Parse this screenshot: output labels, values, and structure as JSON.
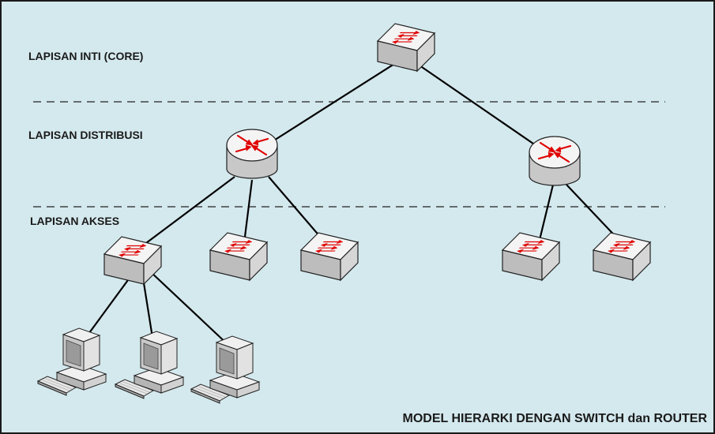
{
  "layers": {
    "core": "LAPISAN INTI (CORE)",
    "distribution": "LAPISAN DISTRIBUSI",
    "access": "LAPISAN AKSES"
  },
  "caption": "MODEL HIERARKI DENGAN SWITCH dan ROUTER",
  "colors": {
    "background": "#d4e9ee",
    "device_top": "#f2f2f2",
    "device_side": "#c8c8c8",
    "arrow": "#e00000",
    "line": "#000000"
  },
  "diagram": {
    "core": [
      {
        "id": "core-switch",
        "kind": "switch"
      }
    ],
    "distribution": [
      {
        "id": "router-left",
        "kind": "router",
        "parent": "core-switch"
      },
      {
        "id": "router-right",
        "kind": "router",
        "parent": "core-switch"
      }
    ],
    "access": [
      {
        "id": "access-switch-1",
        "kind": "switch",
        "parent": "router-left"
      },
      {
        "id": "access-switch-2",
        "kind": "switch",
        "parent": "router-left"
      },
      {
        "id": "access-switch-3",
        "kind": "switch",
        "parent": "router-left"
      },
      {
        "id": "access-switch-4",
        "kind": "switch",
        "parent": "router-right"
      },
      {
        "id": "access-switch-5",
        "kind": "switch",
        "parent": "router-right"
      }
    ],
    "hosts": [
      {
        "id": "pc-1",
        "kind": "pc",
        "parent": "access-switch-1"
      },
      {
        "id": "pc-2",
        "kind": "pc",
        "parent": "access-switch-1"
      },
      {
        "id": "pc-3",
        "kind": "pc",
        "parent": "access-switch-1"
      }
    ]
  }
}
